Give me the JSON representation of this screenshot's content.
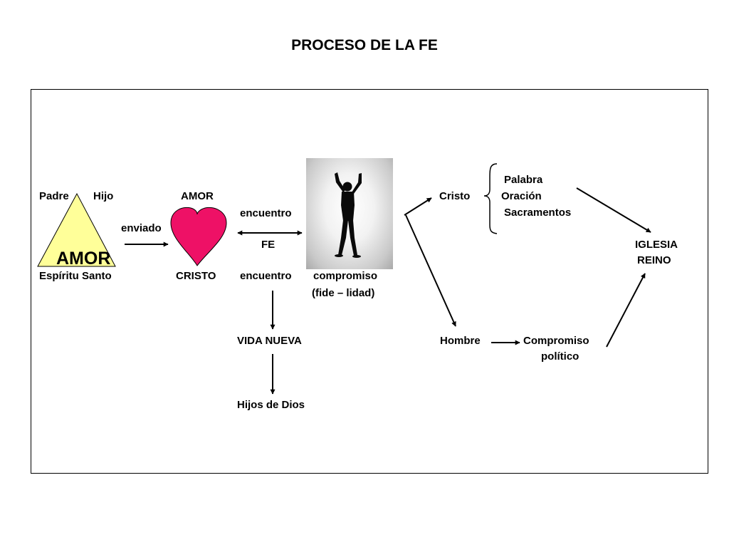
{
  "title": "PROCESO DE LA FE",
  "colors": {
    "triangle_fill": "#ffff99",
    "heart_fill": "#ee1166",
    "ink": "#000000"
  },
  "trinity": {
    "padre": "Padre",
    "hijo": "Hijo",
    "amor": "AMOR",
    "espiritu": "Espíritu Santo"
  },
  "enviado": "enviado",
  "heart": {
    "top_label": "AMOR",
    "bottom_label": "CRISTO"
  },
  "encounter": {
    "encuentro_top": "encuentro",
    "fe": "FE",
    "encuentro_bottom": "encuentro"
  },
  "photo": {
    "icon": "person-arms-raised-silhouette"
  },
  "compromiso": "compromiso",
  "fidelidad": "(fide – lidad)",
  "vida_nueva": "VIDA NUEVA",
  "hijos_de_dios": "Hijos de Dios",
  "cristo_branch": {
    "cristo": "Cristo",
    "items": [
      "Palabra",
      "Oración",
      "Sacramentos"
    ]
  },
  "hombre_branch": {
    "hombre": "Hombre",
    "compromiso": "Compromiso",
    "politico": "político"
  },
  "goal": {
    "iglesia": "IGLESIA",
    "reino": "REINO"
  }
}
